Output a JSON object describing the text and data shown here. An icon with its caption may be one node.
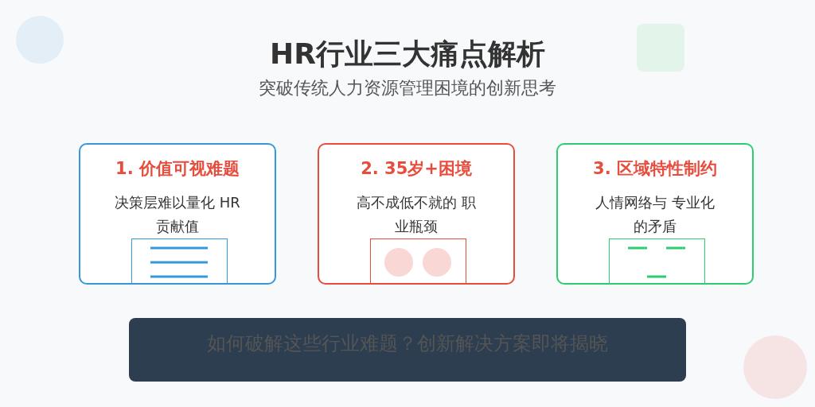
{
  "diagram": {
    "title": "HR行业三大痛点解析",
    "caption": "突破传统人力资源管理困境的创新思考",
    "nodes": [
      {
        "text": [
          "1. 价值可视难题",
          "决策层难以量化 HR贡献值"
        ]
      },
      {
        "text": [
          "2. 35岁+困境",
          "高不成低不就的 职业瓶颈"
        ]
      },
      {
        "text": [
          "3. 区域特性制约",
          "人情网络与 专业化的矛盾"
        ]
      },
      {
        "text": [
          "如何破解这些行业难题？创新解决方案即将揭晓"
        ]
      }
    ],
    "edges": []
  }
}
